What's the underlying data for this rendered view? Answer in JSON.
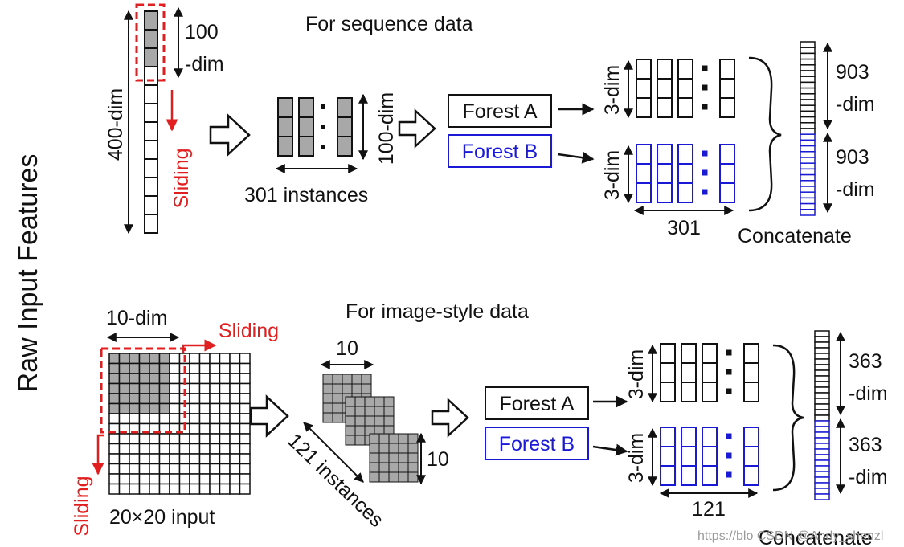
{
  "side_title": "Raw Input Features",
  "sequence": {
    "heading": "For sequence data",
    "window_top": "100",
    "window_bottom": "-dim",
    "full_dim": "400-dim",
    "sliding": "Sliding",
    "instance_dim": "100-dim",
    "instances": "301 instances",
    "forest_a": "Forest A",
    "forest_b": "Forest B",
    "out_dim_a": "3-dim",
    "out_dim_b": "3-dim",
    "out_count": "301",
    "concat_label": "Concatenate",
    "concat_top_1": "903",
    "concat_top_2": "-dim",
    "concat_bottom_1": "903",
    "concat_bottom_2": "-dim"
  },
  "image": {
    "heading": "For image-style data",
    "window_dim": "10-dim",
    "sliding_right": "Sliding",
    "sliding_down": "Sliding",
    "input_label": "20×20 input",
    "patch_top": "10",
    "patch_side": "10",
    "instances": "121 instances",
    "forest_a": "Forest A",
    "forest_b": "Forest B",
    "out_dim_a": "3-dim",
    "out_dim_b": "3-dim",
    "out_count": "121",
    "concat_label": "Concatenate",
    "concat_top_1": "363",
    "concat_top_2": "-dim",
    "concat_bottom_1": "363",
    "concat_bottom_2": "-dim"
  },
  "watermark": "https://blo CSDN @Andy_shenzl",
  "colors": {
    "red": "#e02020",
    "blue": "#1a1ad6",
    "gray_fill": "#a8a8a8",
    "black": "#111111"
  }
}
